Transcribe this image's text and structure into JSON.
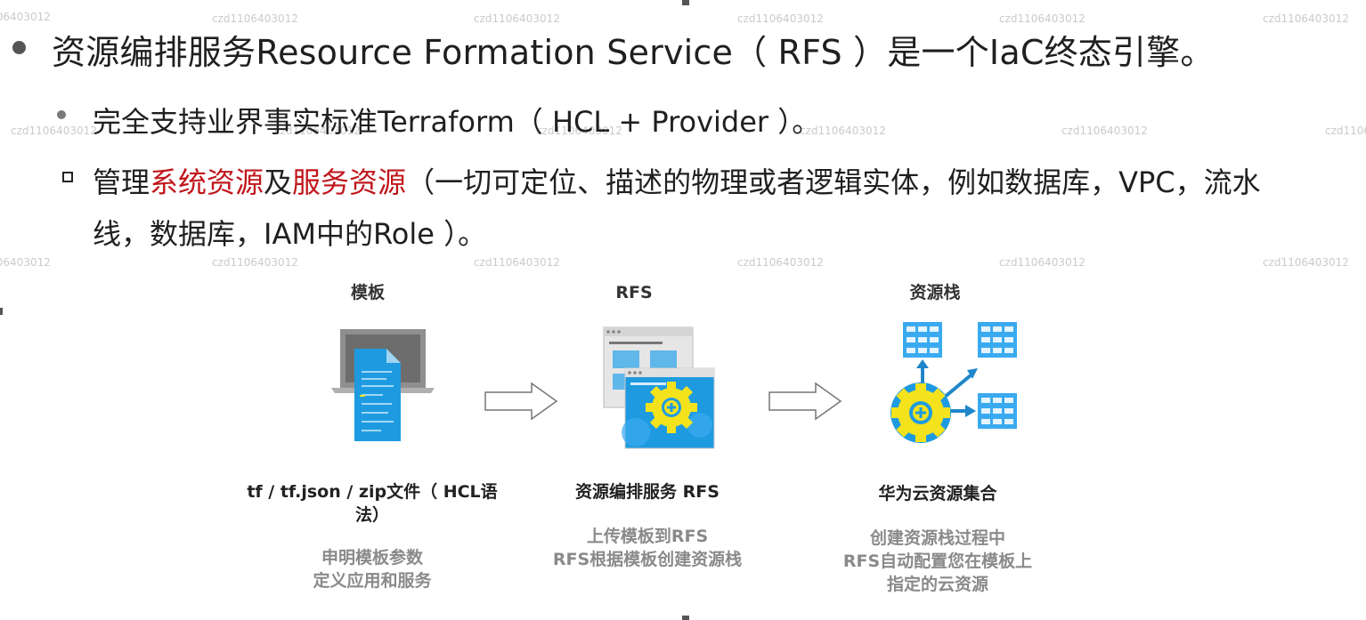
{
  "watermark": "czd1106403012",
  "bullets": {
    "level1": "资源编排服务Resource Formation Service（ RFS ）是一个IaC终态引擎。",
    "level2": "完全支持业界事实标准Terraform（ HCL + Provider ）。",
    "level3": {
      "prefix": "管理",
      "highlight1": "系统资源",
      "middle": "及",
      "highlight2": "服务资源",
      "suffix": "（一切可定位、描述的物理或者逻辑实体，例如数据库，VPC，流水",
      "continuation": "线，数据库，IAM中的Role ）。"
    }
  },
  "diagram": {
    "template": {
      "title": "模板",
      "name_line1": "tf / tf.json / zip文件（ HCL语",
      "name_line2": "法）",
      "desc_line1": "申明模板参数",
      "desc_line2": "定义应用和服务"
    },
    "rfs": {
      "title": "RFS",
      "name": "资源编排服务 RFS",
      "desc_line1": "上传模板到RFS",
      "desc_line2": "RFS根据模板创建资源栈"
    },
    "stack": {
      "title": "资源栈",
      "name": "华为云资源集合",
      "desc_line1": "创建资源栈过程中",
      "desc_line2": "RFS自动配置您在模板上",
      "desc_line3": "指定的云资源"
    }
  },
  "colors": {
    "highlight_red": "#c0161b",
    "icon_blue": "#1e9be0",
    "gear_yellow": "#f4e21c"
  }
}
